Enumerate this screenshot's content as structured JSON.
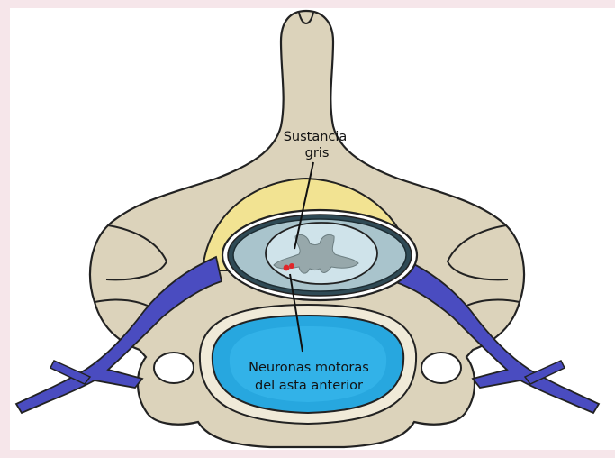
{
  "diagram": {
    "labels": {
      "gray_matter_line1": "Sustancia",
      "gray_matter_line2": "gris",
      "motor_neurons_line1": "Neuronas motoras",
      "motor_neurons_line2": "del asta anterior"
    },
    "colors": {
      "page_background": "#f6e6ea",
      "bone": "#dcd3bb",
      "ligament": "#f2e392",
      "nerve": "#4a4cc0",
      "disc": "#27a7df",
      "cord_white_matter": "#cfe3ea",
      "cord_gray_matter": "#97a8ab",
      "neuron_dot": "#e0262a"
    }
  }
}
